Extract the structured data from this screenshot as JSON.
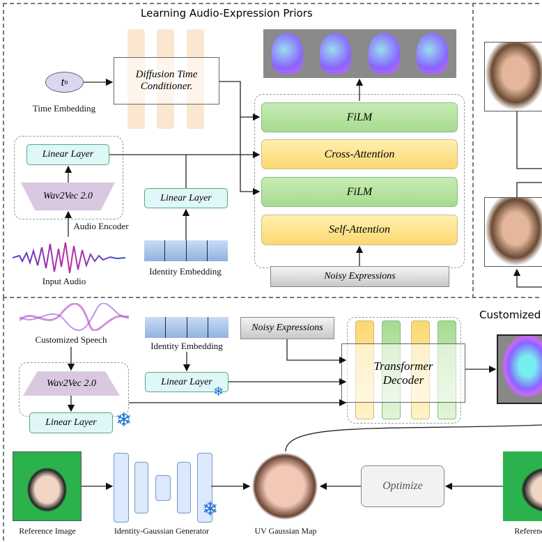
{
  "top": {
    "title": "Learning Audio-Expression Priors",
    "time_symbol": "t",
    "time_sub": "n",
    "time_embedding": "Time Embedding",
    "diffusion_conditioner": "Diffusion Time Conditioner.",
    "linear_layer_audio": "Linear Layer",
    "wav2vec": "Wav2Vec 2.0",
    "audio_encoder": "Audio Encoder",
    "input_audio": "Input Audio",
    "linear_layer_identity": "Linear Layer",
    "identity_embedding": "Identity Embedding",
    "film_1": "FiLM",
    "cross_attention": "Cross-Attention",
    "film_2": "FiLM",
    "self_attention": "Self-Attention",
    "noisy_expressions": "Noisy Expressions"
  },
  "bottom": {
    "title": "Customized",
    "customized_speech": "Customized Speech",
    "wav2vec": "Wav2Vec 2.0",
    "linear_layer_audio": "Linear Layer",
    "identity_embedding": "Identity Embedding",
    "linear_layer_identity": "Linear Layer",
    "noisy_expressions": "Noisy Expressions",
    "transformer_decoder": "Transformer Decoder",
    "reference_image": "Reference Image",
    "generator": "Identity-Gaussian Generator",
    "uv_map": "UV Gaussian Map",
    "optimize": "Optimize",
    "reference_image_right": "Referenc"
  },
  "colors": {
    "film": "#a6db8f",
    "attention": "#fbd870",
    "linear": "#dff7f8",
    "wav2vec": "#d9c8e0",
    "frozen": "#1a6fd6"
  }
}
